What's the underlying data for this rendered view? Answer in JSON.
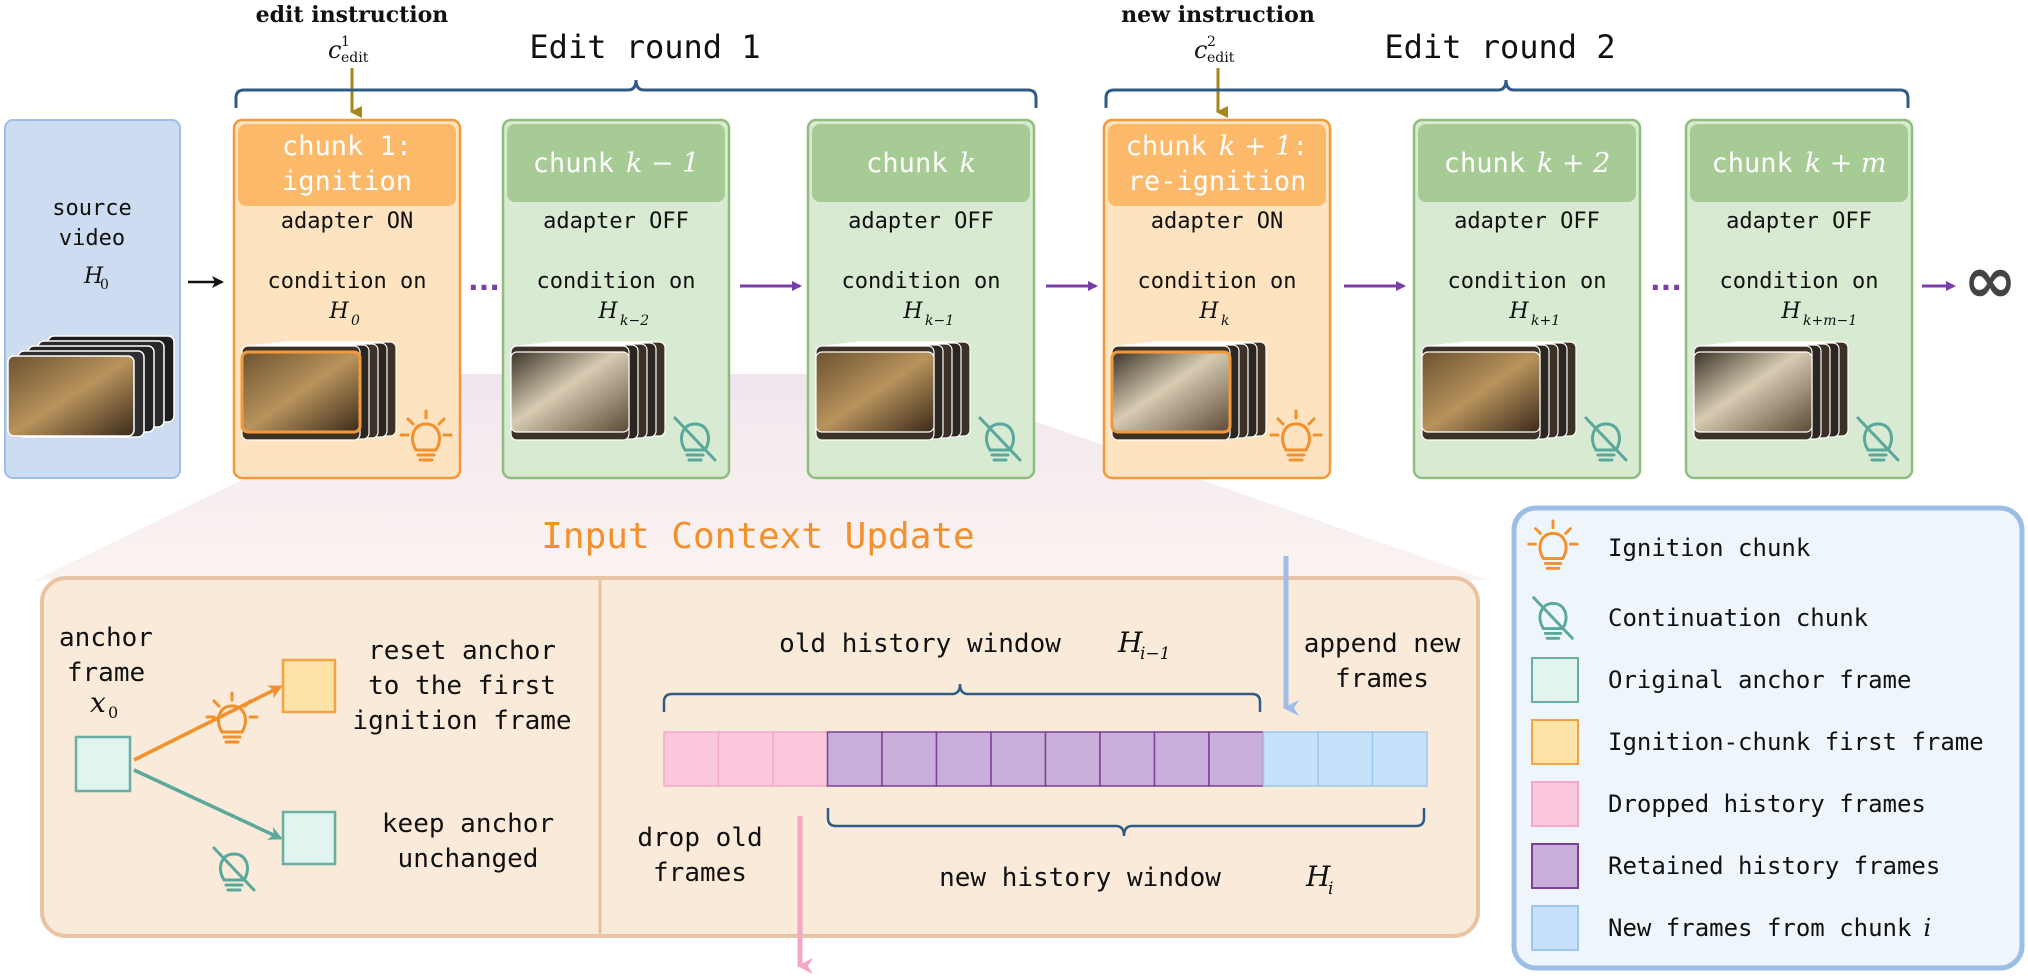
{
  "header": {
    "edit_instruction_label": "edit instruction",
    "edit_instruction_symbol": "c",
    "edit_instruction_sup": "1",
    "edit_instruction_sub": "edit",
    "new_instruction_label": "new instruction",
    "new_instruction_symbol": "c",
    "new_instruction_sup": "2",
    "new_instruction_sub": "edit",
    "round1_label": "Edit round 1",
    "round2_label": "Edit round 2"
  },
  "source": {
    "line1": "source",
    "line2": "video",
    "symbol": "H",
    "sub": "0"
  },
  "chunks": [
    {
      "title_prefix": "chunk 1:",
      "title_line2": "ignition",
      "adapter": "adapter ON",
      "condition": "condition on",
      "cond_symbol": "H",
      "cond_sub": "0",
      "kind": "ignition"
    },
    {
      "title_prefix": "chunk",
      "title_math": "k − 1",
      "adapter": "adapter OFF",
      "condition": "condition on",
      "cond_symbol": "H",
      "cond_sub": "k−2",
      "kind": "continuation"
    },
    {
      "title_prefix": "chunk",
      "title_math": "k",
      "adapter": "adapter OFF",
      "condition": "condition on",
      "cond_symbol": "H",
      "cond_sub": "k−1",
      "kind": "continuation"
    },
    {
      "title_prefix": "chunk",
      "title_math": "k + 1",
      "title_suffix": ":",
      "title_line2": "re-ignition",
      "adapter": "adapter ON",
      "condition": "condition on",
      "cond_symbol": "H",
      "cond_sub": "k",
      "kind": "ignition"
    },
    {
      "title_prefix": "chunk",
      "title_math": "k + 2",
      "adapter": "adapter OFF",
      "condition": "condition on",
      "cond_symbol": "H",
      "cond_sub": "k+1",
      "kind": "continuation"
    },
    {
      "title_prefix": "chunk",
      "title_math": "k + m",
      "adapter": "adapter OFF",
      "condition": "condition on",
      "cond_symbol": "H",
      "cond_sub": "k+m−1",
      "kind": "continuation"
    }
  ],
  "flow": {
    "ellipsis": "···",
    "infinity": "∞"
  },
  "context_update": {
    "title": "Input Context Update",
    "anchor_line1": "anchor",
    "anchor_line2": "frame",
    "anchor_symbol": "x",
    "anchor_sub": "0",
    "reset_line1": "reset anchor",
    "reset_line2": "to the first",
    "reset_line3": "ignition frame",
    "keep_line1": "keep anchor",
    "keep_line2": "unchanged",
    "old_window_label": "old history window",
    "old_window_symbol": "H",
    "old_window_sub": "i−1",
    "append_line1": "append new",
    "append_line2": "frames",
    "drop_line1": "drop old",
    "drop_line2": "frames",
    "new_window_label": "new history window",
    "new_window_symbol": "H",
    "new_window_sub": "i",
    "dropped_count": 3,
    "retained_count": 8,
    "new_count": 3
  },
  "legend": [
    {
      "label": "Ignition chunk",
      "icon": "bulb-on-icon"
    },
    {
      "label": "Continuation chunk",
      "icon": "bulb-off-icon"
    },
    {
      "label": "Original anchor frame",
      "swatch": "#e2f4f0",
      "stroke": "#6aaea3"
    },
    {
      "label": "Ignition-chunk first frame",
      "swatch": "#fde3a8",
      "stroke": "#f2a444"
    },
    {
      "label": "Dropped history frames",
      "swatch": "#fbc7dd",
      "stroke": "#f4a8c8"
    },
    {
      "label": "Retained history frames",
      "swatch": "#c8aed9",
      "stroke": "#7d3f9c"
    },
    {
      "label": "New frames from chunk",
      "label_symbol": "i",
      "swatch": "#c5e1fb",
      "stroke": "#9ec8ee"
    }
  ],
  "colors": {
    "ignition_fill": "#fde3c0",
    "ignition_header": "#fdb96a",
    "ignition_border": "#f29a3b",
    "continuation_fill": "#d8ead2",
    "continuation_header": "#a6cb95",
    "continuation_border": "#8fbd7d",
    "source_fill": "#cddcf0",
    "source_border": "#9fbde6",
    "brace": "#2e5c86",
    "instruction_arrow": "#a7861a",
    "flow_arrow": "#7b3ea8",
    "panel_fill": "#f9ead9",
    "panel_border": "#e8c4a4",
    "legend_fill": "#eef5fb",
    "legend_border": "#9cbde6",
    "title_orange": "#f2902d",
    "teal": "#5aa89c"
  }
}
